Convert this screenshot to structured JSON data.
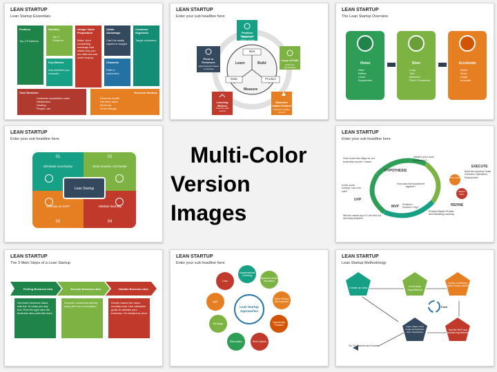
{
  "center": {
    "line1": "Multi-Color",
    "line2": "Version Images"
  },
  "s1": {
    "title": "LEAN STARTUP",
    "sub": "Lean Startup Essentials",
    "problem": "Problem",
    "problem_items": "Top 3 Problems",
    "solution": "Solution",
    "solution_items": "Top 3 Features",
    "uvp": "Unique Value Proposition",
    "uvp_items": "Make, then compelling message that states why you are different and worth buying",
    "adv": "Unfair Advantage",
    "adv_items": "Can't be easily copied or bought",
    "seg": "Customer Segments",
    "seg_items": "Target customers",
    "metrics": "Key Metrics",
    "metrics_items": "Key activities you measure",
    "channels": "Channels",
    "channels_items": "Path to customers",
    "cost": "Cost Structure",
    "cost_items": [
      "Customer acquisition costs",
      "Distribution",
      "Hosting",
      "People, etc."
    ],
    "rev": "Revenue Streams",
    "rev_items": [
      "Revenue model",
      "Life time value",
      "Revenue",
      "Gross Margin"
    ]
  },
  "s2": {
    "title": "LEAN STARTUP",
    "sub": "Enter your sub headline here",
    "idea": "Idea",
    "learn": "Learn",
    "build": "Build",
    "data": "Data",
    "product": "Product",
    "measure": "Measure",
    "n1": "Problem Statement",
    "n2": "Loop of Faith",
    "n3": "Minimum Viable Product",
    "n4": "Learning Metrics",
    "n5": "Pivot or Persevere",
    "d1": "Explain the problem you are solving",
    "d2": "Define the assumptions",
    "d3": "Build the smallest product",
    "d4": "Track the right metrics",
    "d5": "Adjust direction based on learning"
  },
  "s3": {
    "title": "LEAN STARTUP",
    "sub": "The Lean Startup Overview",
    "c1": "Vision",
    "c2": "Steer",
    "c3": "Accelerate",
    "i1": [
      "Start",
      "Define",
      "Learn",
      "Experiment"
    ],
    "i2": [
      "Leap",
      "Test",
      "Measure",
      "Pivot / Persevere"
    ],
    "i3": [
      "Batch",
      "Grow",
      "Adapt",
      "Innovate"
    ]
  },
  "s4": {
    "title": "LEAN STARTUP",
    "sub": "Enter your sub headline here",
    "n1": "01",
    "n2": "02",
    "n3": "03",
    "n4": "04",
    "l1": "Eliminate uncertainty",
    "l2": "Work smarter, not harder",
    "l3": "Develop an MVP",
    "l4": "Validate learning",
    "center": "Lean Startup"
  },
  "s5": {
    "title": "LEAN STARTUP",
    "sub": "Enter your sub headline here",
    "q1": "How does this align to our business model / vision",
    "q2": "What's your next prediction?",
    "hypothesis": "HYPOTHESIS",
    "execute": "EXECUTE",
    "refine": "REFINE",
    "uvp": "UVP",
    "mvp": "MVP",
    "c1": "BAD IDEA",
    "c2": "GREAT IDEA",
    "q3": "Is this worth solving? Can it be sold?",
    "q4": "How does the business fit together?",
    "q5": "Will the market buy it? Let's find out and early adopters",
    "mvp_note": "Problem? Solution? Pay?",
    "exec_note": "Build the business Scale execution Operations Employment",
    "refine_note": "Product Market Fit Idea and Marketing roadmap"
  },
  "s6": {
    "title": "LEAN STARTUP",
    "sub": "The 3 Main Steps of a Lean Startup",
    "a1": "Finding Business Idea",
    "a2": "Execute Business Idea",
    "a3": "Validate Business Idea",
    "b1": "Generate business ideas with the 10 ideas per day tool. Pick the right idea the business idea potential mark",
    "b2": "Execute a business directly using the tool of execution",
    "b3": "Decide based the value-monthly total. Use validation goals to validate your business. Go forward to pivot"
  },
  "s7": {
    "title": "LEAN STARTUP",
    "sub": "Enter your sub headline here",
    "center": "Lean Startup Approaches",
    "items": [
      "Organizational Learning",
      "Business Model Innovation",
      "Open Product Development",
      "Opportunity Creation",
      "Real Options",
      "Effectuation",
      "Bricolage",
      "Agile",
      "Lean"
    ]
  },
  "s8": {
    "title": "LEAN STARTUP",
    "sub": "Lean Startup Methodology",
    "p1": "Create an idea",
    "p2": "Formulate Hypotheses",
    "p3": "Create a Minimum Viable Product (MVP)",
    "p4": "Test the MVP and validate hypotheses",
    "p5": "Learn, Adjust, Pivot Iterate and Redefine Idea / Hypotheses",
    "p6": "Go To Market and Invest",
    "fast": "Fast!"
  },
  "colors": {
    "green": "#2e9e57",
    "red": "#c0392b",
    "orange": "#e67e22",
    "teal": "#16a085",
    "navy": "#34495e",
    "lime": "#7cb342",
    "dark": "#2c3e50"
  }
}
